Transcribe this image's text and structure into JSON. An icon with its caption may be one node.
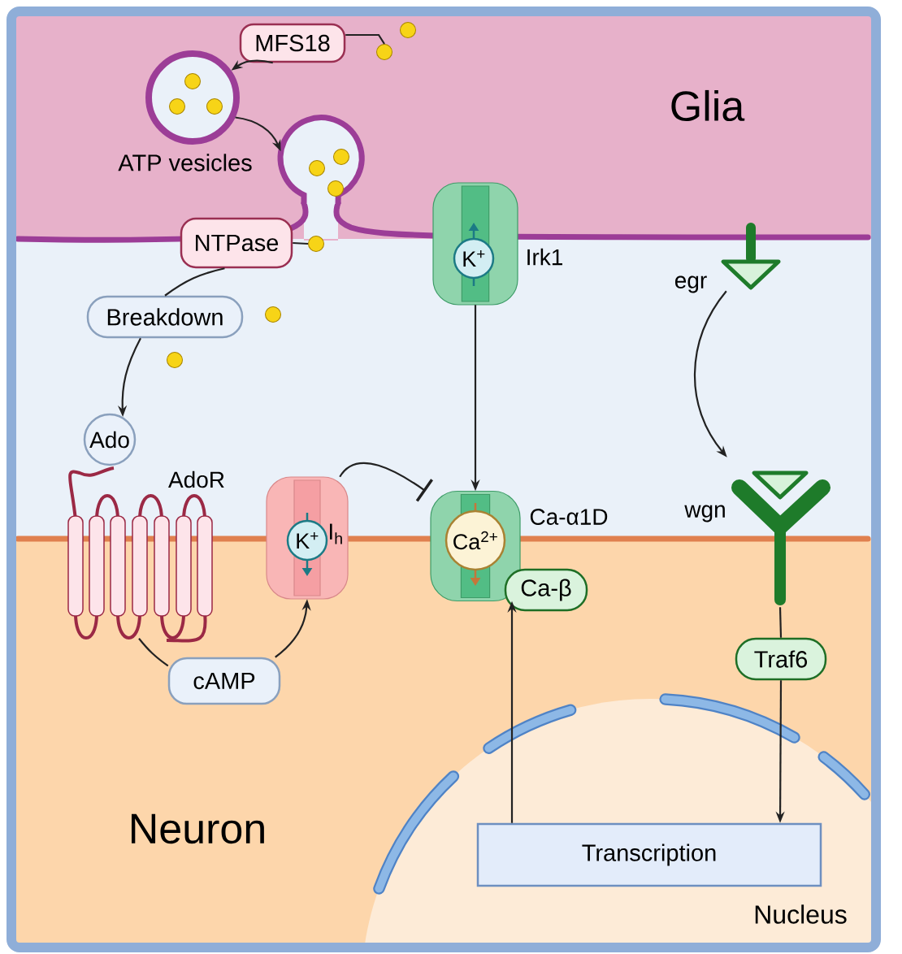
{
  "diagram": {
    "nodes": [
      {
        "text": [
          "MFS18"
        ]
      },
      {
        "text": [
          "ATP vesicles"
        ]
      },
      {
        "text": [],
        "shape": "circle"
      },
      {
        "text": [
          "NTPase"
        ]
      },
      {
        "text": [
          "Breakdown"
        ]
      },
      {
        "text": [
          "Ado"
        ]
      },
      {
        "text": [
          "AdoR"
        ]
      },
      {
        "text": [
          "cAMP"
        ]
      },
      {
        "text": [
          "K$^{+}$",
          "I$_{h}$"
        ]
      },
      {
        "text": [
          "K$^{+}$",
          "Irk1"
        ]
      },
      {
        "text": [
          "Ca$^{2+}$",
          "Ca-α1D"
        ]
      },
      {
        "text": [
          "Ca-β"
        ]
      },
      {
        "text": [
          "egr"
        ]
      },
      {
        "text": [
          "wgn"
        ]
      },
      {
        "text": [
          "Traf6"
        ]
      },
      {
        "text": [
          "Transcription"
        ]
      },
      {
        "text": [],
        "shape": "circle"
      },
      {
        "text": [],
        "shape": "circle"
      },
      {
        "text": [],
        "shape": "circle"
      },
      {
        "text": [],
        "shape": "circle"
      },
      {
        "text": [],
        "shape": "circle"
      }
    ],
    "edges": [
      {
        "from": 0,
        "to": 1,
        "arrow": "to"
      },
      {
        "from": 1,
        "to": 2,
        "arrow": "to"
      },
      {
        "from": 0,
        "to": 18,
        "arrow": "none"
      },
      {
        "from": 3,
        "to": 16,
        "arrow": "none"
      },
      {
        "from": 3,
        "to": 4,
        "arrow": "none"
      },
      {
        "from": 4,
        "to": 5,
        "arrow": "to"
      },
      {
        "from": 6,
        "to": 7,
        "arrow": "none"
      },
      {
        "from": 7,
        "to": 8,
        "arrow": "to"
      },
      {
        "from": 8,
        "to": 10,
        "arrow": "other"
      },
      {
        "from": 9,
        "to": 10,
        "arrow": "to"
      },
      {
        "from": 12,
        "to": 13,
        "arrow": "to"
      },
      {
        "from": 13,
        "to": 14,
        "arrow": "none"
      },
      {
        "from": 14,
        "to": 15,
        "arrow": "to"
      },
      {
        "from": 15,
        "to": 10,
        "arrow": "to"
      }
    ],
    "labels": [
      "Glia",
      "Neuron",
      "Nucleus"
    ]
  }
}
